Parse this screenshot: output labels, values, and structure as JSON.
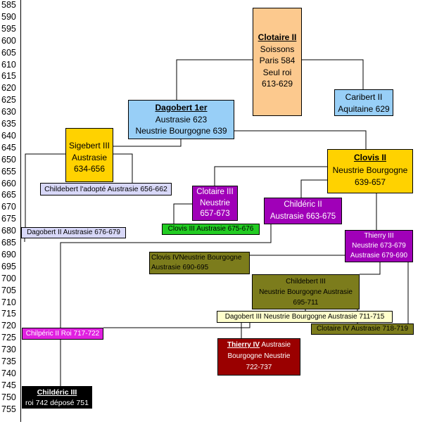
{
  "years": [
    "585",
    "590",
    "595",
    "600",
    "605",
    "610",
    "615",
    "620",
    "625",
    "630",
    "635",
    "640",
    "645",
    "650",
    "655",
    "660",
    "665",
    "670",
    "675",
    "680",
    "685",
    "690",
    "695",
    "700",
    "705",
    "710",
    "715",
    "720",
    "725",
    "730",
    "735",
    "740",
    "745",
    "750",
    "755"
  ],
  "nodes": {
    "clotaire2": {
      "lines": [
        "Clotaire II",
        "Soissons",
        "Paris 584",
        "Seul roi",
        "613-629"
      ],
      "title": true,
      "color": "#fcc98e"
    },
    "caribert2": {
      "lines": [
        "Caribert II",
        "Aquitaine 629"
      ],
      "color": "#98cff7"
    },
    "dagobert1": {
      "lines": [
        "Dagobert 1er",
        "Austrasie 623",
        "Neustrie Bourgogne 639"
      ],
      "title": true,
      "color": "#98cff7"
    },
    "sigebert3": {
      "lines": [
        "Sigebert III",
        "Austrasie",
        "634-656"
      ],
      "color": "#ffd200"
    },
    "clovis2": {
      "lines": [
        "Clovis II",
        "Neustrie Bourgogne",
        "639-657"
      ],
      "title": true,
      "color": "#ffd200"
    },
    "childebert_adopte": {
      "lines": [
        "Childebert l'adopté Austrasie 656-662"
      ],
      "color": "#d8d8f8"
    },
    "clotaire3": {
      "lines": [
        "Clotaire III",
        "Neustrie",
        "657-673"
      ],
      "color": "#a000b8"
    },
    "childeric2": {
      "lines": [
        "Childéric II",
        "Austrasie 663-675"
      ],
      "color": "#a000b8"
    },
    "clovis3": {
      "lines": [
        "Clovis III Austrasie 675-676"
      ],
      "color": "#22cc22"
    },
    "dagobert2": {
      "lines": [
        "Dagobert II Austrasie 676-679"
      ],
      "color": "#d8d8f8"
    },
    "thierry3": {
      "lines": [
        "Thierry III",
        "Neustrie 673-679",
        "Austrasie 679-690"
      ],
      "color": "#a000b8"
    },
    "clovis4": {
      "lines": [
        "Clovis IVNeustrie Bourgogne",
        "Austrasie 690-695"
      ],
      "color": "#7c7c1c"
    },
    "childebert3": {
      "lines": [
        "Childebert III",
        "Neustrie Bourgogne Austrasie",
        "695-711"
      ],
      "color": "#7c7c1c"
    },
    "dagobert3": {
      "lines": [
        "Dagobert III Neustrie Bourgogne Austrasie 711-715"
      ],
      "color": "#ffffcc"
    },
    "clotaire4": {
      "lines": [
        "Clotaire IV Austrasie 718-719"
      ],
      "color": "#7c7c1c"
    },
    "chilperic2": {
      "lines": [
        "Chilpéric II Roi 717-722"
      ],
      "color": "#e020e0"
    },
    "thierry4": {
      "lines": [
        "Thierry IV Austrasie",
        "Bourgogne Neustrie",
        "722-737"
      ],
      "title_prefix": "Thierry IV",
      "color": "#9a0000"
    },
    "childeric3": {
      "lines": [
        "Childéric III",
        "roi 742 déposé 751"
      ],
      "title": true,
      "color": "#000000"
    }
  }
}
